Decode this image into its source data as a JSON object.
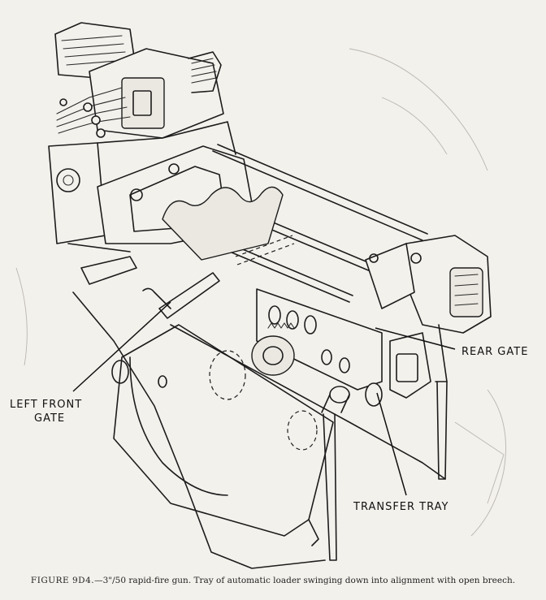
{
  "labels": {
    "rear_gate": "REAR GATE",
    "left_front_gate_line1": "LEFT FRONT",
    "left_front_gate_line2": "GATE",
    "transfer_tray": "TRANSFER TRAY"
  },
  "caption": {
    "figure_number": "FIGURE 9D4.",
    "text": "—3\"/50 rapid-fire gun.    Tray of automatic loader swinging down into alignment with open breech."
  },
  "colors": {
    "paper": "#f3f1ec",
    "ink": "#1c1c1c"
  }
}
